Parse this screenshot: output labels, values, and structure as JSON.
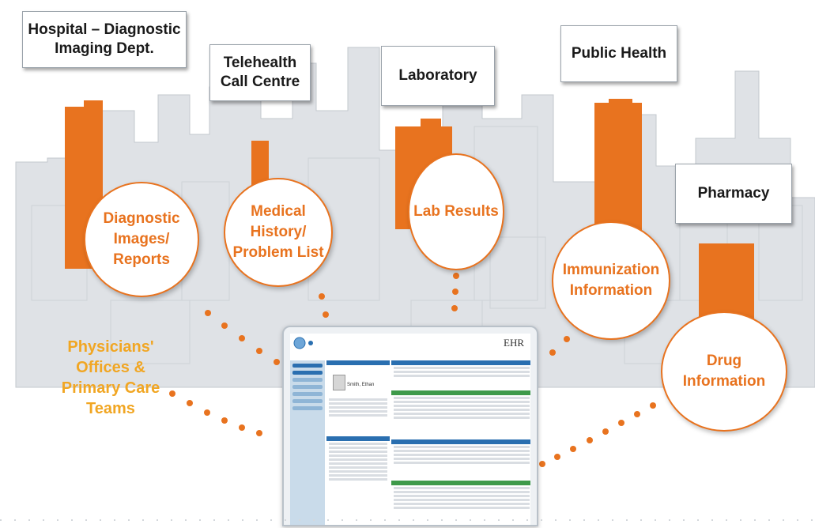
{
  "colors": {
    "orange": "#e8731f",
    "gold": "#f1a623",
    "skyline_gray": "#dfe2e6",
    "skyline_outline": "#c3c8ce",
    "ehr_blue": "#2a6fb0",
    "ehr_green": "#3e9a4a"
  },
  "sources": {
    "hospital": "Hospital – Diagnostic\nImaging Dept.",
    "telehealth": "Telehealth\nCall Centre",
    "laboratory": "Laboratory",
    "public_health": "Public Health",
    "pharmacy": "Pharmacy"
  },
  "data_types": {
    "diagnostic": "Diagnostic\nImages/\nReports",
    "medical_history": "Medical\nHistory/\nProblem List",
    "lab_results": "Lab Results",
    "immunization": "Immunization\nInformation",
    "drug": "Drug\nInformation"
  },
  "physicians": "Physicians'\nOffices &\nPrimary Care\nTeams",
  "ehr": {
    "logo": "EHR",
    "patient_name": "Smith, Ethan"
  }
}
